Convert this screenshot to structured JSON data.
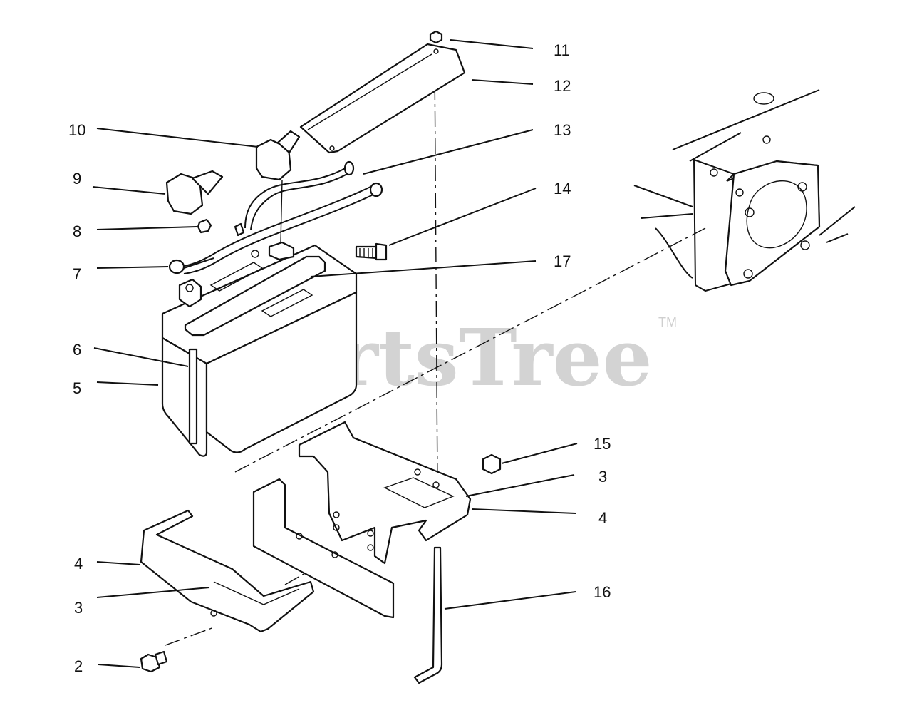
{
  "watermark": {
    "text": "PartsTree",
    "trademark": "TM",
    "color": "#d3d3d3"
  },
  "callouts": [
    {
      "id": "c11",
      "label": "11"
    },
    {
      "id": "c12",
      "label": "12"
    },
    {
      "id": "c10",
      "label": "10"
    },
    {
      "id": "c13",
      "label": "13"
    },
    {
      "id": "c9",
      "label": "9"
    },
    {
      "id": "c14",
      "label": "14"
    },
    {
      "id": "c8",
      "label": "8"
    },
    {
      "id": "c7",
      "label": "7"
    },
    {
      "id": "c17",
      "label": "17"
    },
    {
      "id": "c6",
      "label": "6"
    },
    {
      "id": "c5",
      "label": "5"
    },
    {
      "id": "c15",
      "label": "15"
    },
    {
      "id": "c3a",
      "label": "3"
    },
    {
      "id": "c4a",
      "label": "4"
    },
    {
      "id": "c4b",
      "label": "4"
    },
    {
      "id": "c3b",
      "label": "3"
    },
    {
      "id": "c16",
      "label": "16"
    },
    {
      "id": "c2",
      "label": "2"
    }
  ],
  "colors": {
    "line": "#111111",
    "background": "#ffffff"
  }
}
